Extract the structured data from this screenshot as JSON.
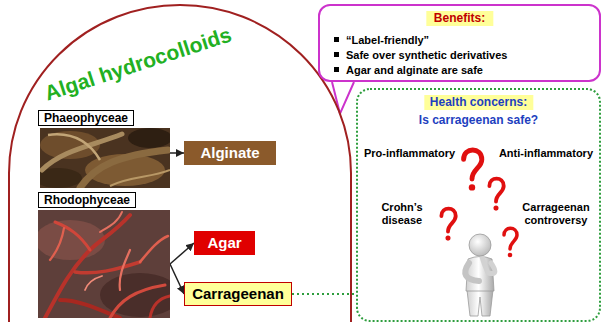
{
  "diagram": {
    "nodes": [
      {
        "text": [
          "Algal hydrocolloids"
        ]
      },
      {
        "text": [
          "Phaeophyceae"
        ],
        "in": 0
      },
      {
        "text": [
          "Alginate"
        ],
        "in": 0
      },
      {
        "text": [
          "Rhodophyceae"
        ],
        "in": 0
      },
      {
        "text": [
          "Agar"
        ],
        "in": 0
      },
      {
        "text": [
          "Carrageenan"
        ],
        "in": 0
      },
      {
        "text": [
          "Benefits:",
          "“Label-friendly”",
          "Safe over synthetic derivatives",
          "Agar and alginate are safe"
        ]
      },
      {
        "text": [
          "Health concerns:",
          "Is carrageenan safe?",
          "Pro-inflammatory",
          "Anti-inflammatory",
          "Crohn’s disease",
          "Carrageenan controversy"
        ]
      }
    ],
    "edges": [
      {
        "from": 1,
        "to": 2,
        "arrow": "to"
      },
      {
        "from": 3,
        "to": 4,
        "arrow": "to"
      },
      {
        "from": 3,
        "to": 5,
        "arrow": "to"
      },
      {
        "from": 5,
        "to": 7,
        "arrow": "none"
      },
      {
        "from": 0,
        "to": 6,
        "arrow": "none"
      }
    ]
  }
}
